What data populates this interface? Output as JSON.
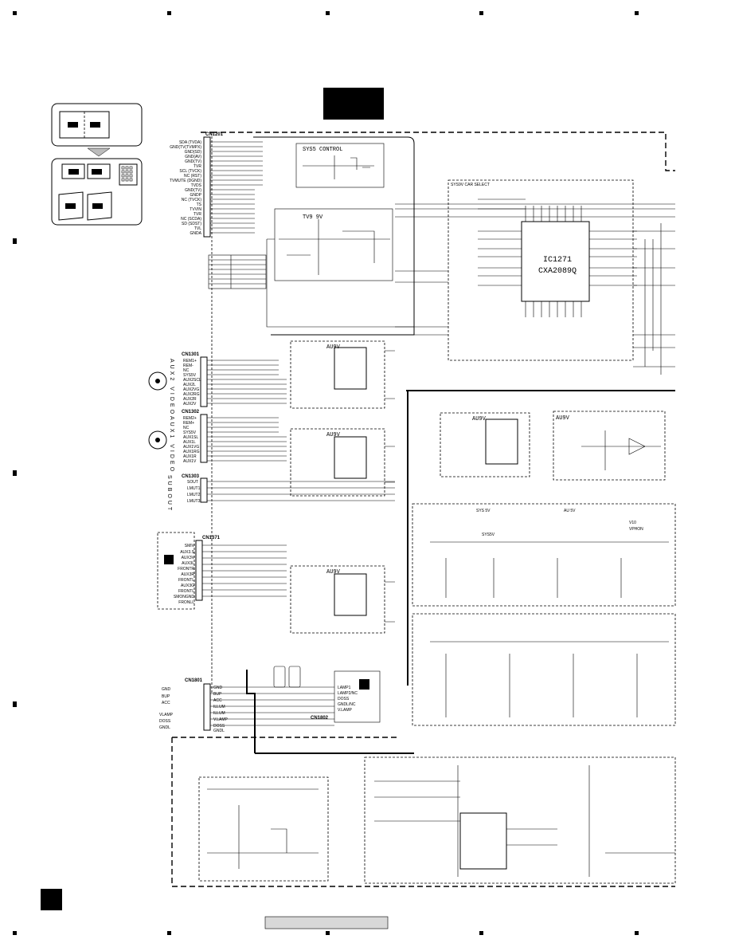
{
  "connectors": {
    "cn1201": {
      "title": "CN1201",
      "pins": [
        "SDA (TVDA)",
        "GND(TV(TVMPX)",
        "GND(SD)",
        "GND(AV)",
        "GND(TV)",
        "TVR",
        "SCL (TVCK)",
        "NC (RST)",
        "TVMUTE (DGND)",
        "TVDS",
        "GND(TV)",
        "GNDP",
        "NC (TVCK)",
        "TS",
        "TVVIN",
        "TVR",
        "NC (SCDA)",
        "SD (SDST)",
        "TVL",
        "GNDA"
      ]
    },
    "cn1301": {
      "title": "CN1301",
      "pins": [
        "REM1+",
        "REM-",
        "NC",
        "SYS5V",
        "AUX2SCL",
        "AUX2L",
        "AUX2VG",
        "AUX2RG",
        "AUX2R",
        "AUX2V"
      ]
    },
    "cn1302": {
      "title": "CN1302",
      "pins": [
        "REM2+",
        "REM+",
        "NC",
        "SYS5V",
        "AUX1SL",
        "AUX1L",
        "AUX1VG",
        "AUX1RG",
        "AUX1R",
        "AUX1V"
      ]
    },
    "cn1303": {
      "title": "CN1303",
      "pins": [
        "SOUT",
        "LMUT1",
        "LMUT2",
        "LMUT3"
      ]
    },
    "cn1371": {
      "title": "CN1371",
      "pins": [
        "SMIV",
        "AUX3.S",
        "AUX3V",
        "AUX3L",
        "FRONTR",
        "AUX3R",
        "FRONTL",
        "AUX3G",
        "FRONTL",
        "SMONGND",
        "FRONLL"
      ]
    },
    "cn1801": {
      "title": "CN1801",
      "pins": [
        "GND",
        "BUP",
        "ACC",
        "ILLUM",
        "ILLUM",
        "V.LAMP",
        "DOSS",
        "GNDL"
      ]
    },
    "cn1802": {
      "title": "CN1802",
      "pins": [
        "LAMP1",
        "LAMP2/NC",
        "DOSS",
        "GNDL/NC",
        "V.LAMP"
      ]
    }
  },
  "external_labels": {
    "cn1801_left": [
      "GND",
      "BUP",
      "ACC",
      "VLAMP",
      "DOSS",
      "GNDL"
    ],
    "side_vertical_1": "AUX2 VIDEO",
    "side_vertical_2": "AUX1 VIDEO",
    "side_vertical_3": "SUBOUT"
  },
  "ic_blocks": {
    "ic1271_name": "IC1271",
    "ic1271_part": "CXA2089Q",
    "sys5": "SYS5 CONTROL",
    "tv9": "TV9 9V",
    "sys9v": "SYS9V CAR SELECT",
    "au9v_1": "AU9V",
    "au9v_2": "AU9V",
    "au9v_3": "AU9V",
    "au9v_4": "AU9V",
    "au9v_5": "AU9V",
    "sys5_reg": "SYS 5V",
    "au_reg": "AU 5V",
    "sys5v": "SYS5V",
    "vphon": "VPHON",
    "v10": "V10"
  },
  "page": {
    "block_label": ""
  },
  "footer": {
    "page_label": ""
  },
  "colors": {
    "ink": "#000000",
    "paper": "#ffffff",
    "footer_bar": "#d8d8d8"
  }
}
